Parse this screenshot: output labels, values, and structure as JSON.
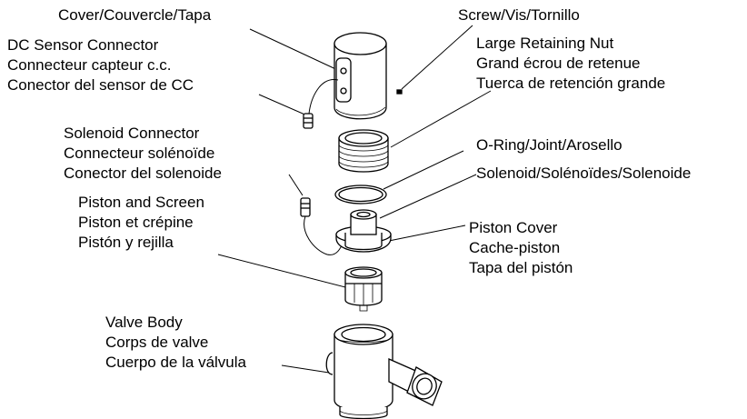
{
  "labels": {
    "cover": [
      "Cover/Couvercle/Tapa"
    ],
    "screw": [
      "Screw/Vis/Tornillo"
    ],
    "dc_sensor": [
      "DC Sensor Connector",
      "Connecteur capteur c.c.",
      "Conector del sensor de CC"
    ],
    "retaining_nut": [
      "Large Retaining Nut",
      "Grand écrou de retenue",
      "Tuerca de retención grande"
    ],
    "solenoid_connector": [
      "Solenoid Connector",
      "Connecteur solénoïde",
      "Conector del solenoide"
    ],
    "o_ring": [
      "O-Ring/Joint/Arosello"
    ],
    "solenoid": [
      "Solenoid/Solénoïdes/Solenoide"
    ],
    "piston_screen": [
      "Piston and Screen",
      "Piston et crépine",
      "Pistón y rejilla"
    ],
    "piston_cover": [
      "Piston Cover",
      "Cache-piston",
      "Tapa del pistón"
    ],
    "valve_body": [
      "Valve Body",
      "Corps de valve",
      "Cuerpo de la válvula"
    ]
  },
  "colors": {
    "line": "#000000",
    "fill": "#ffffff",
    "shade": "#dcdcdc"
  }
}
